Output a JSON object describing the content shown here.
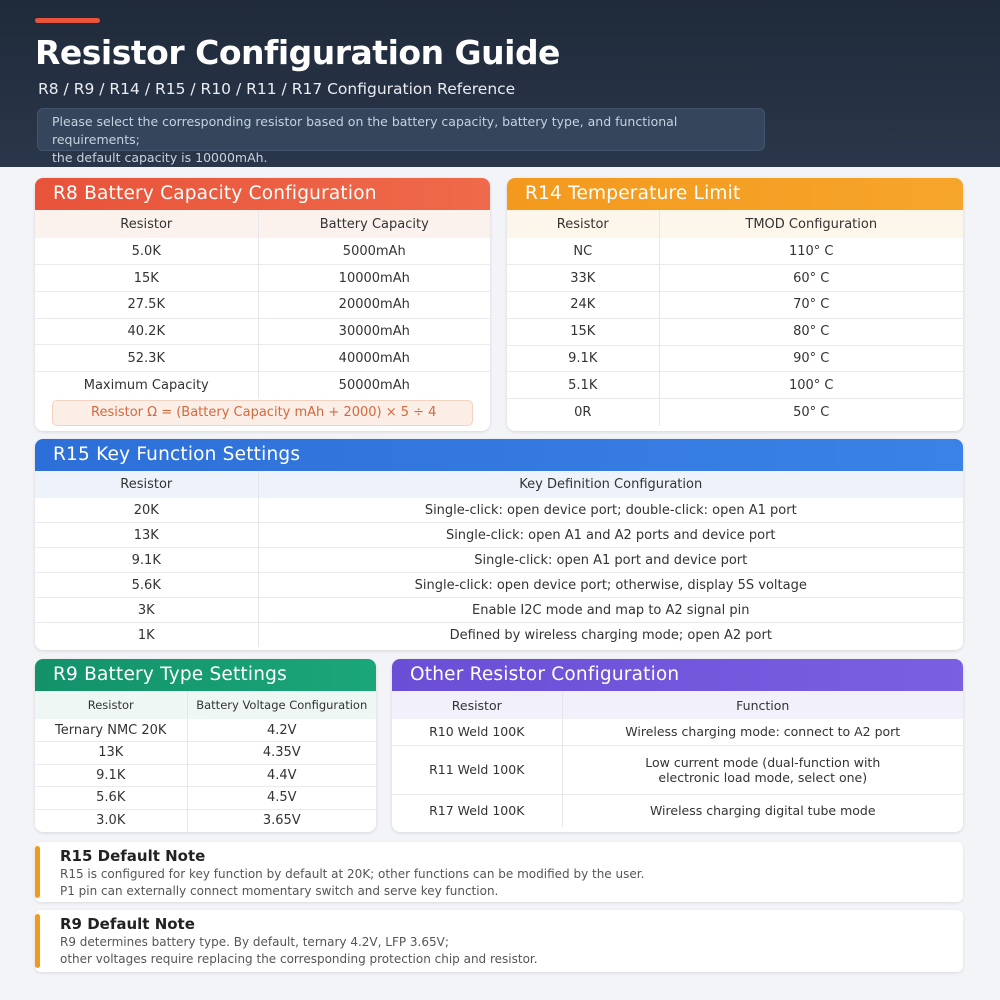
{
  "header": {
    "title": "Resistor Configuration Guide",
    "subtitle": "R8 / R9 / R14 / R15 / R10 / R11 / R17 Configuration Reference",
    "intro_line1": "Please select the corresponding resistor based on the battery capacity, battery type, and functional requirements;",
    "intro_line2": "the default capacity is 10000mAh."
  },
  "r8": {
    "code": "R8",
    "title": "Battery Capacity Configuration",
    "columns": [
      "Resistor",
      "Battery Capacity"
    ],
    "rows": [
      [
        "5.0K",
        "5000mAh"
      ],
      [
        "15K",
        "10000mAh"
      ],
      [
        "27.5K",
        "20000mAh"
      ],
      [
        "40.2K",
        "30000mAh"
      ],
      [
        "52.3K",
        "40000mAh"
      ],
      [
        "Maximum Capacity",
        "50000mAh"
      ]
    ],
    "formula": "Resistor Ω = (Battery Capacity mAh + 2000) × 5 ÷ 4"
  },
  "r14": {
    "code": "R14",
    "title": "Temperature Limit",
    "columns": [
      "Resistor",
      "TMOD Configuration"
    ],
    "rows": [
      [
        "NC",
        "110° C"
      ],
      [
        "33K",
        "60° C"
      ],
      [
        "24K",
        "70° C"
      ],
      [
        "15K",
        "80° C"
      ],
      [
        "9.1K",
        "90° C"
      ],
      [
        "5.1K",
        "100° C"
      ],
      [
        "0R",
        "50° C"
      ]
    ]
  },
  "r15": {
    "code": "R15",
    "title": "Key Function Settings",
    "columns": [
      "Resistor",
      "Key Definition Configuration"
    ],
    "rows": [
      [
        "20K",
        "Single-click: open device port; double-click: open A1 port"
      ],
      [
        "13K",
        "Single-click: open A1 and A2 ports and device port"
      ],
      [
        "9.1K",
        "Single-click: open A1 port and device port"
      ],
      [
        "5.6K",
        "Single-click: open device port; otherwise, display 5S voltage"
      ],
      [
        "3K",
        "Enable I2C mode and map to A2 signal pin"
      ],
      [
        "1K",
        "Defined by wireless charging mode; open A2 port"
      ]
    ]
  },
  "r9": {
    "code": "R9",
    "title": "Battery Type Settings",
    "columns": [
      "Resistor",
      "Battery Voltage Configuration"
    ],
    "rows": [
      [
        "Ternary NMC 20K",
        "4.2V"
      ],
      [
        "13K",
        "4.35V"
      ],
      [
        "9.1K",
        "4.4V"
      ],
      [
        "5.6K",
        "4.5V"
      ],
      [
        "3.0K",
        "3.65V"
      ]
    ]
  },
  "other": {
    "title": "Other Resistor Configuration",
    "columns": [
      "Resistor",
      "Function"
    ],
    "rows": [
      [
        "R10 Weld 100K",
        "Wireless charging mode: connect to A2 port"
      ],
      [
        "R11 Weld 100K",
        "Low current mode (dual-function with electronic load mode, select one)"
      ],
      [
        "R17 Weld 100K",
        "Wireless charging digital tube mode"
      ]
    ]
  },
  "notes": [
    {
      "title": "R15 Default Note",
      "line1": "R15 is configured for key function by default at 20K; other functions can be modified by the user.",
      "line2": "P1 pin can externally connect momentary switch and serve key function."
    },
    {
      "title": "R9 Default Note",
      "line1": "R9 determines battery type. By default, ternary 4.2V, LFP 3.65V;",
      "line2": "other voltages require replacing the corresponding protection chip and resistor."
    }
  ],
  "colors": {
    "header_bg": "#1f2a3a",
    "r8_accent": "#e8533a",
    "r14_accent": "#f39a1e",
    "r15_accent": "#2d6fd8",
    "r9_accent": "#13926a",
    "other_accent": "#6a4fd6",
    "note_bar": "#f39a1e"
  }
}
